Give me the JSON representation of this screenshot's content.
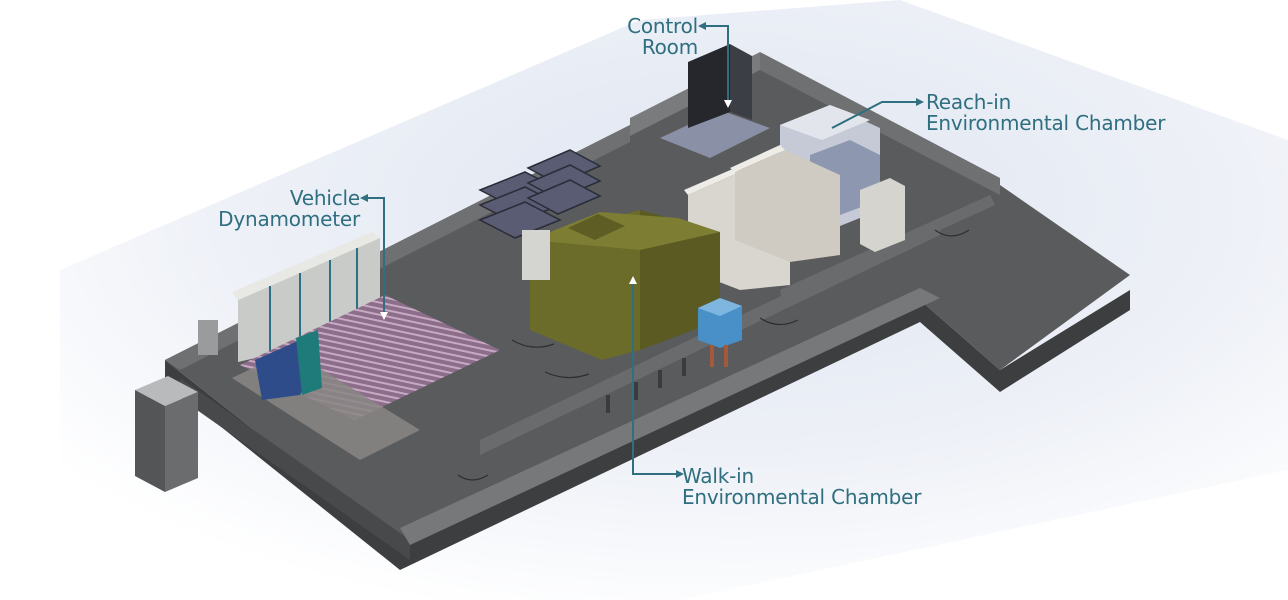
{
  "labels": {
    "control_room": {
      "line1": "Control",
      "line2": "Room"
    },
    "reach_in": {
      "line1": "Reach-in",
      "line2": "Environmental Chamber"
    },
    "vehicle_dyno": {
      "line1": "Vehicle",
      "line2": "Dynamometer"
    },
    "walk_in": {
      "line1": "Walk-in",
      "line2": "Environmental Chamber"
    }
  },
  "colors": {
    "label_text": "#2f6f80",
    "arrow": "#2f6f80",
    "floor": "#5a5b5d",
    "wall_top": "#6e6f71",
    "wall_side": "#3f4042",
    "chamber_olive": "#6b6b2a",
    "blue_unit": "#4a90c8",
    "cabinet": "#d9d6cf"
  }
}
